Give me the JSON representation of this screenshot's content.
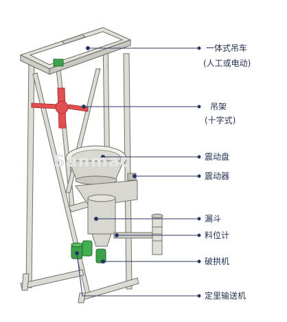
{
  "watermark": "Sanmac",
  "labels": {
    "crane_line1": "一体式吊车",
    "crane_line2": "(人工或电动)",
    "frame_line1": "吊架",
    "frame_line2": "(十字式)",
    "tray": "震动盘",
    "vibrator": "震动器",
    "funnel": "漏斗",
    "level_gauge": "料位计",
    "arch_breaker": "破拱机",
    "quantitative_conveyor": "定里输送机"
  },
  "colors": {
    "frame": "#dcdcd4",
    "frame_edge": "#6f6f6a",
    "cross_frame": "#e04848",
    "motor": "#3ca24a",
    "leader": "#2a3a6a",
    "dot": "#24335c"
  }
}
